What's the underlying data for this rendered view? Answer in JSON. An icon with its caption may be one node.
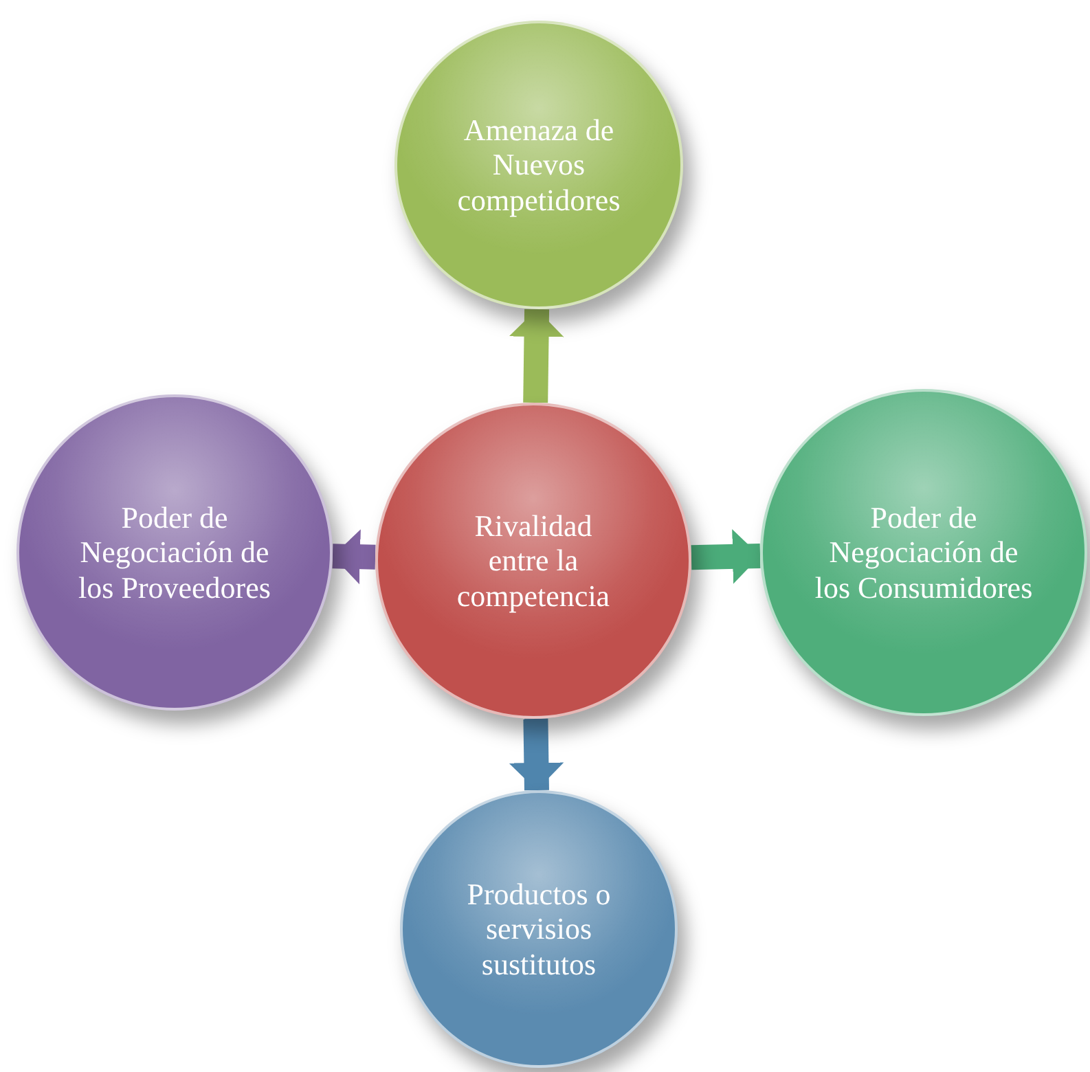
{
  "diagram": {
    "nodes": [
      {
        "text": [
          "Amenaza de Nuevos competidores"
        ]
      },
      {
        "text": [
          "Poder de Negociación de los Proveedores"
        ]
      },
      {
        "text": [
          "Rivalidad entre la competencia"
        ]
      },
      {
        "text": [
          "Poder de Negociación de los Consumidores"
        ]
      },
      {
        "text": [
          "Productos o servisios sustitutos"
        ]
      }
    ],
    "edges": [
      {
        "from": 2,
        "to": 0,
        "arrow": "to",
        "color": "#9bbb59"
      },
      {
        "from": 2,
        "to": 1,
        "arrow": "to",
        "color": "#8064a2"
      },
      {
        "from": 2,
        "to": 3,
        "arrow": "to",
        "color": "#4bac7a"
      },
      {
        "from": 2,
        "to": 4,
        "arrow": "to",
        "color": "#4f85ad"
      }
    ]
  }
}
